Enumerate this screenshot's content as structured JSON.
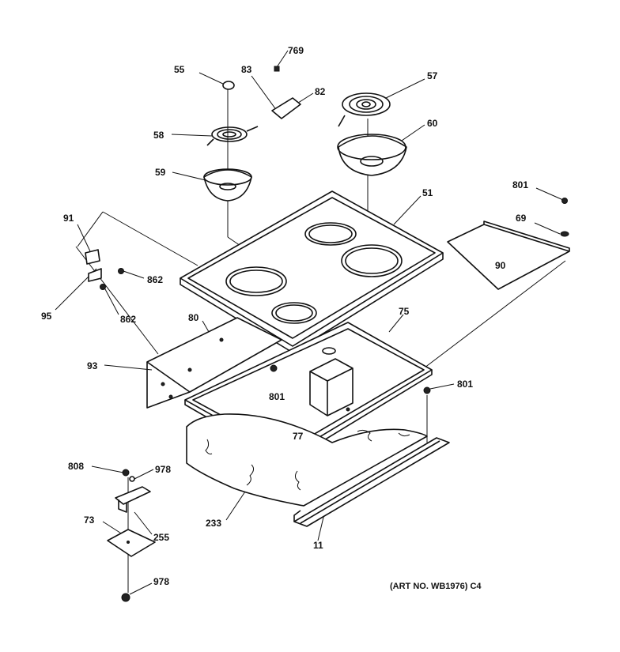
{
  "callouts": {
    "c769": "769",
    "c55": "55",
    "c83": "83",
    "c82": "82",
    "c57": "57",
    "c58": "58",
    "c60": "60",
    "c59": "59",
    "c51": "51",
    "c801a": "801",
    "c69": "69",
    "c91": "91",
    "c862a": "862",
    "c90": "90",
    "c95": "95",
    "c862b": "862",
    "c80": "80",
    "c75": "75",
    "c93": "93",
    "c801b": "801",
    "c801c": "801",
    "c77": "77",
    "c808": "808",
    "c978a": "978",
    "c73": "73",
    "c255": "255",
    "c233": "233",
    "c11": "11",
    "c978b": "978"
  },
  "art_note": "(ART NO. WB1976) C4"
}
